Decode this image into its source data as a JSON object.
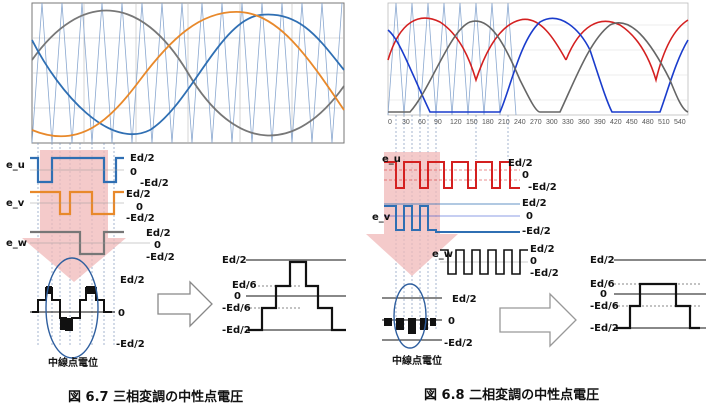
{
  "figure_left": {
    "caption": "図 6.7 三相変調の中性点電圧",
    "phase_u": "e_u",
    "phase_v": "e_v",
    "phase_w": "e_w",
    "pos": "Ed/2",
    "zero": "0",
    "neg": "-Ed/2",
    "neutral_label": "中線点電位",
    "out_pos": "Ed/2",
    "out_pos6": "Ed/6",
    "out_zero": "0",
    "out_neg6": "-Ed/6",
    "out_neg": "-Ed/2"
  },
  "figure_right": {
    "caption": "図 6.8 二相変調の中性点電圧",
    "phase_u": "e_u",
    "phase_v": "e_v",
    "phase_w": "e_w",
    "pos": "Ed/2",
    "zero": "0",
    "neg": "-Ed/2",
    "neutral_label": "中線点電位",
    "out_pos": "Ed/2",
    "out_pos6": "Ed/6",
    "out_zero": "0",
    "out_neg6": "-Ed/6",
    "out_neg": "-Ed/2",
    "axis_ticks": [
      "0",
      "30",
      "60",
      "90",
      "120",
      "150",
      "180",
      "210",
      "240",
      "270",
      "300",
      "330",
      "360",
      "390",
      "420",
      "450",
      "480",
      "510",
      "540"
    ]
  },
  "colors": {
    "u": "#2f6fb3",
    "v": "#e8892b",
    "w": "#777777",
    "red": "#d42020",
    "blue": "#1a3ccc",
    "arrow": "#f0b8b8"
  }
}
